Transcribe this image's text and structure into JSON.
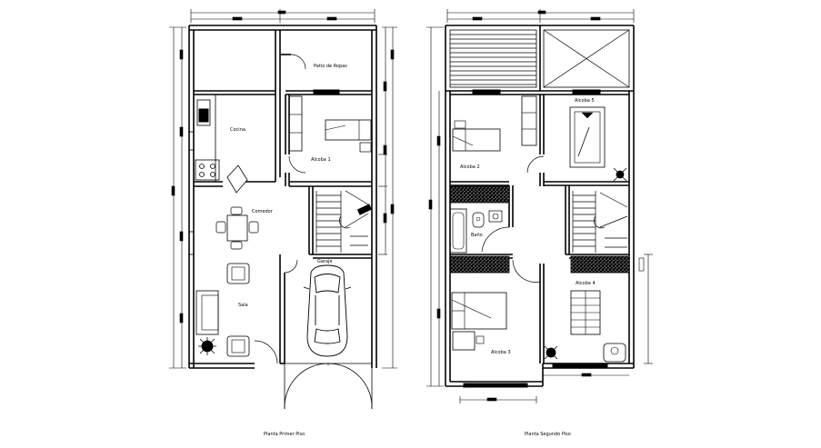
{
  "plans": {
    "first_floor": {
      "title": "Planta Primer Piso",
      "rooms": {
        "patio": "Patio de Ropas",
        "cocina": "Cocina",
        "alcoba1": "Alcoba 1",
        "comedor": "Comedor",
        "garaje": "Garaje",
        "sala": "Sala"
      }
    },
    "second_floor": {
      "title": "Planta Segundo Piso",
      "rooms": {
        "alcoba2": "Alcoba 2",
        "alcoba5": "Alcoba 5",
        "bano": "Baño",
        "alcoba4": "Alcoba 4",
        "alcoba3": "Alcoba 3"
      }
    }
  },
  "colors": {
    "line": "#000000",
    "background": "#ffffff"
  }
}
